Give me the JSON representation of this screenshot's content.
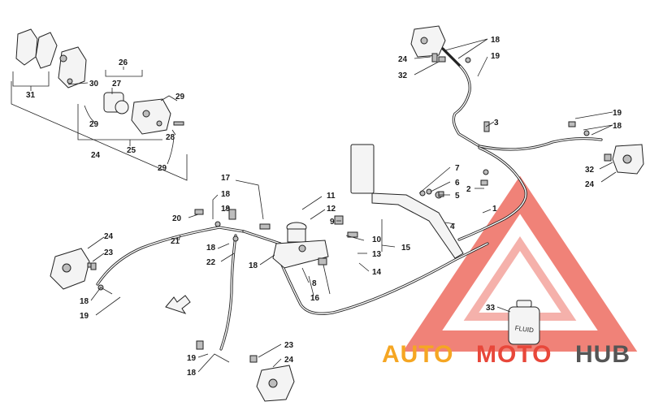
{
  "callouts": {
    "c1": "1",
    "c2": "2",
    "c3": "3",
    "c4": "4",
    "c5": "5",
    "c6": "6",
    "c7": "7",
    "c8": "8",
    "c9": "9",
    "c10": "10",
    "c11": "11",
    "c12": "12",
    "c13": "13",
    "c14": "14",
    "c15": "15",
    "c16": "16",
    "c17": "17",
    "c18a": "18",
    "c18b": "18",
    "c18c": "18",
    "c18d": "18",
    "c18e": "18",
    "c18f": "18",
    "c18g": "18",
    "c19a": "19",
    "c19b": "19",
    "c19c": "19",
    "c19d": "19",
    "c19e": "19",
    "c20": "20",
    "c21": "21",
    "c22": "22",
    "c23a": "23",
    "c23b": "23",
    "c24a": "24",
    "c24b": "24",
    "c24c": "24",
    "c24d": "24",
    "c24e": "24",
    "c25": "25",
    "c26": "26",
    "c27": "27",
    "c28": "28",
    "c29a": "29",
    "c29b": "29",
    "c29c": "29",
    "c30": "30",
    "c31": "31",
    "c32a": "32",
    "c32b": "32",
    "c33": "33"
  },
  "bottle_label": "FLUID",
  "watermark": {
    "word_1": "AUTO",
    "word_2": "MOTO",
    "word_3": "HUB",
    "color_orange": "#f5a623",
    "color_red": "#e8473a",
    "color_gray": "#555555"
  }
}
